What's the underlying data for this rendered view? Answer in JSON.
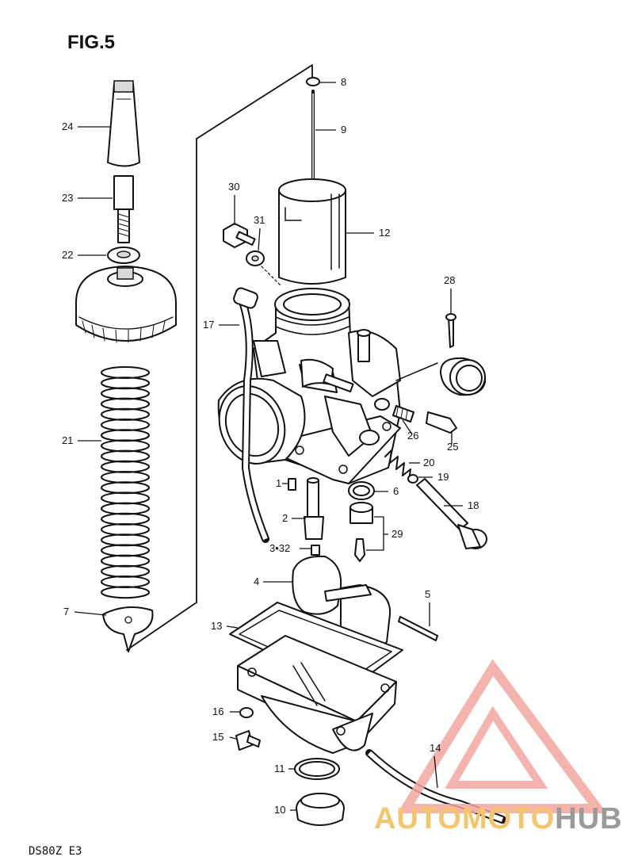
{
  "figure": {
    "title": "FIG.5",
    "model_code": "DS80Z  E3"
  },
  "watermark": {
    "word_colored": "AUTOMOTO",
    "word_gray": "HUB",
    "color_accent": "#f4a6a0",
    "color_text": "#f4c56a",
    "color_gray": "#9a9a9a"
  },
  "callouts": [
    {
      "id": "c24",
      "label": "24"
    },
    {
      "id": "c23",
      "label": "23"
    },
    {
      "id": "c22",
      "label": "22"
    },
    {
      "id": "c21",
      "label": "21"
    },
    {
      "id": "c7",
      "label": "7"
    },
    {
      "id": "c8",
      "label": "8"
    },
    {
      "id": "c9",
      "label": "9"
    },
    {
      "id": "c30",
      "label": "30"
    },
    {
      "id": "c31",
      "label": "31"
    },
    {
      "id": "c12",
      "label": "12"
    },
    {
      "id": "c28",
      "label": "28"
    },
    {
      "id": "c17",
      "label": "17"
    },
    {
      "id": "c26",
      "label": "26"
    },
    {
      "id": "c25",
      "label": "25"
    },
    {
      "id": "c20",
      "label": "20"
    },
    {
      "id": "c19",
      "label": "19"
    },
    {
      "id": "c18",
      "label": "18"
    },
    {
      "id": "c1",
      "label": "1"
    },
    {
      "id": "c6",
      "label": "6"
    },
    {
      "id": "c2",
      "label": "2"
    },
    {
      "id": "c29",
      "label": "29"
    },
    {
      "id": "c332",
      "label": "3•32"
    },
    {
      "id": "c4",
      "label": "4"
    },
    {
      "id": "c5",
      "label": "5"
    },
    {
      "id": "c13",
      "label": "13"
    },
    {
      "id": "c16",
      "label": "16"
    },
    {
      "id": "c15",
      "label": "15"
    },
    {
      "id": "c14",
      "label": "14"
    },
    {
      "id": "c11",
      "label": "11"
    },
    {
      "id": "c10",
      "label": "10"
    }
  ]
}
